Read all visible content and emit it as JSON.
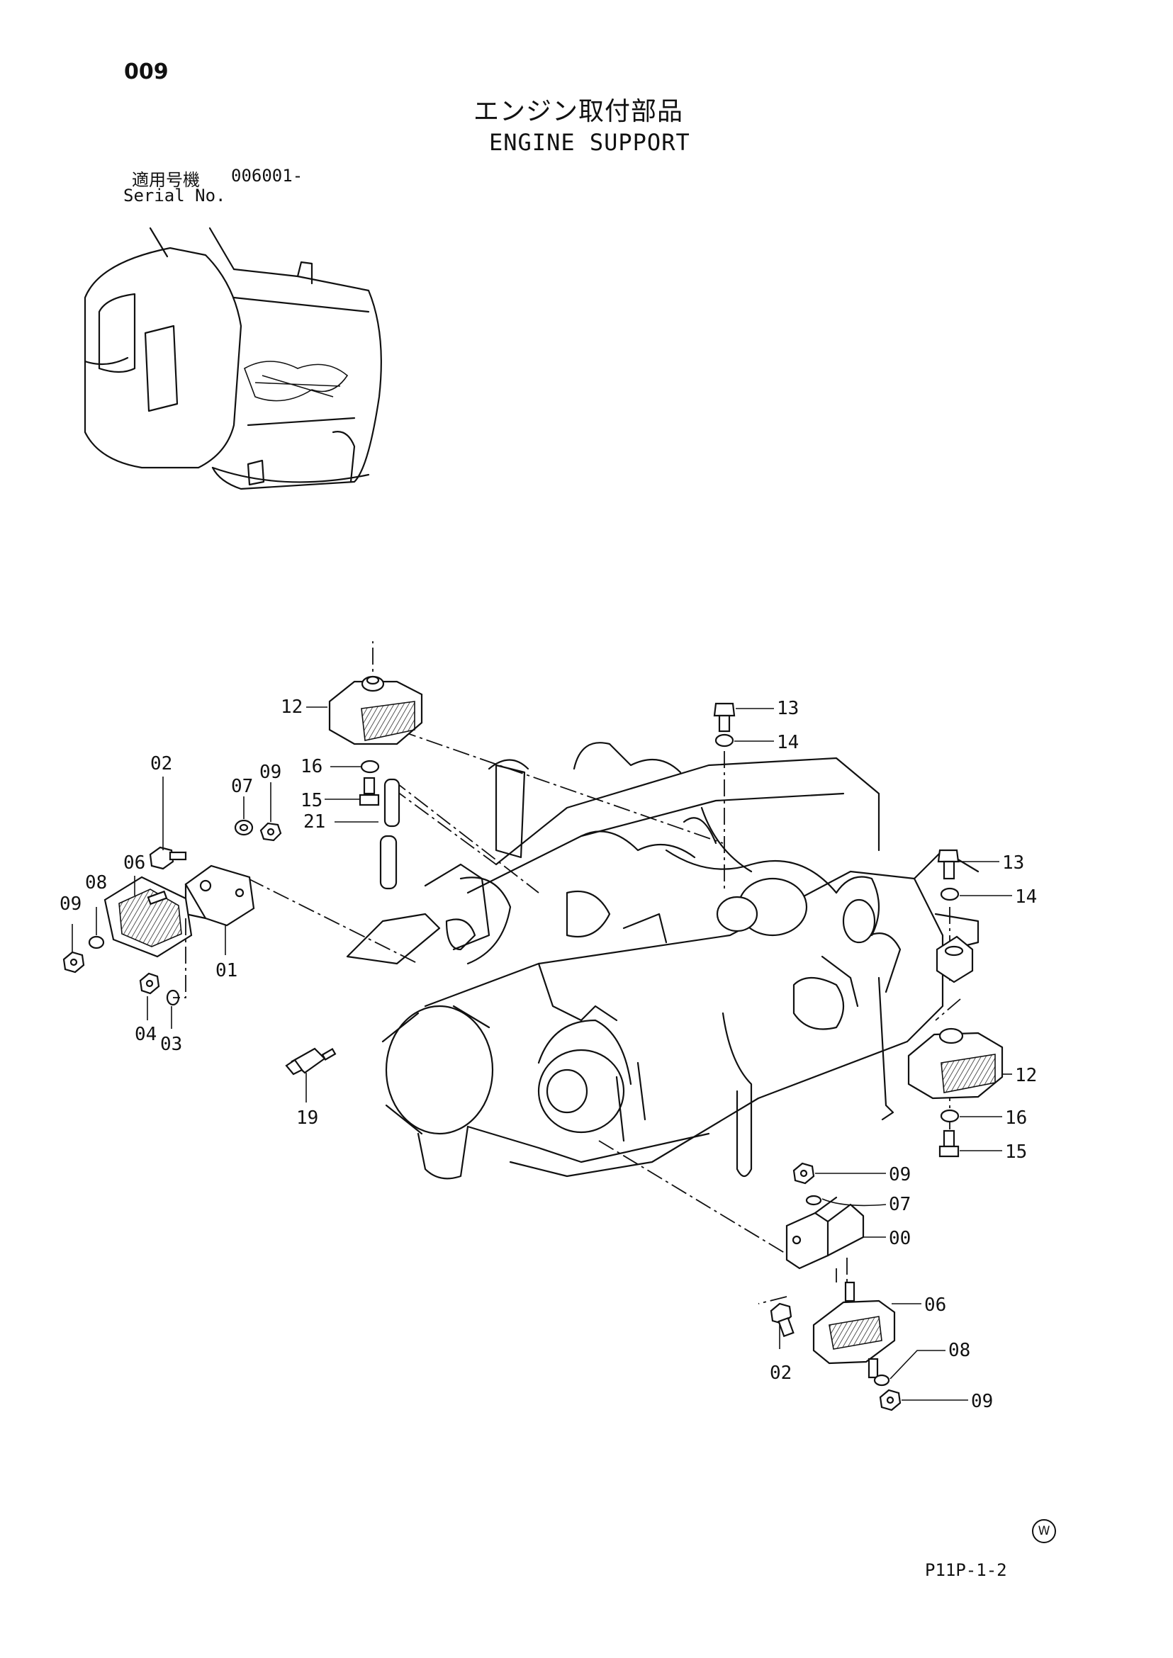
{
  "header": {
    "page_number": "009",
    "title_jp": "エンジン取付部品",
    "title_en": "ENGINE SUPPORT",
    "serial_label_jp": "適用号機",
    "serial_value": "006001-",
    "serial_label_en": "Serial No."
  },
  "footer": {
    "page_code": "P11P-1-2",
    "watermark_symbol": "W"
  },
  "callouts": {
    "c12_top": "12",
    "c16_left": "16",
    "c15_left": "15",
    "c21": "21",
    "c02_left": "02",
    "c07_left": "07",
    "c09_left_top": "09",
    "c06_left": "06",
    "c08_left": "08",
    "c09_left_bottom": "09",
    "c01": "01",
    "c04": "04",
    "c03": "03",
    "c19": "19",
    "c13_top": "13",
    "c14_top": "14",
    "c13_right": "13",
    "c14_right": "14",
    "c12_right": "12",
    "c16_right": "16",
    "c15_right": "15",
    "c09_right_top": "09",
    "c07_right": "07",
    "c00": "00",
    "c06_right": "06",
    "c02_right": "02",
    "c08_right": "08",
    "c09_right_bottom": "09"
  }
}
